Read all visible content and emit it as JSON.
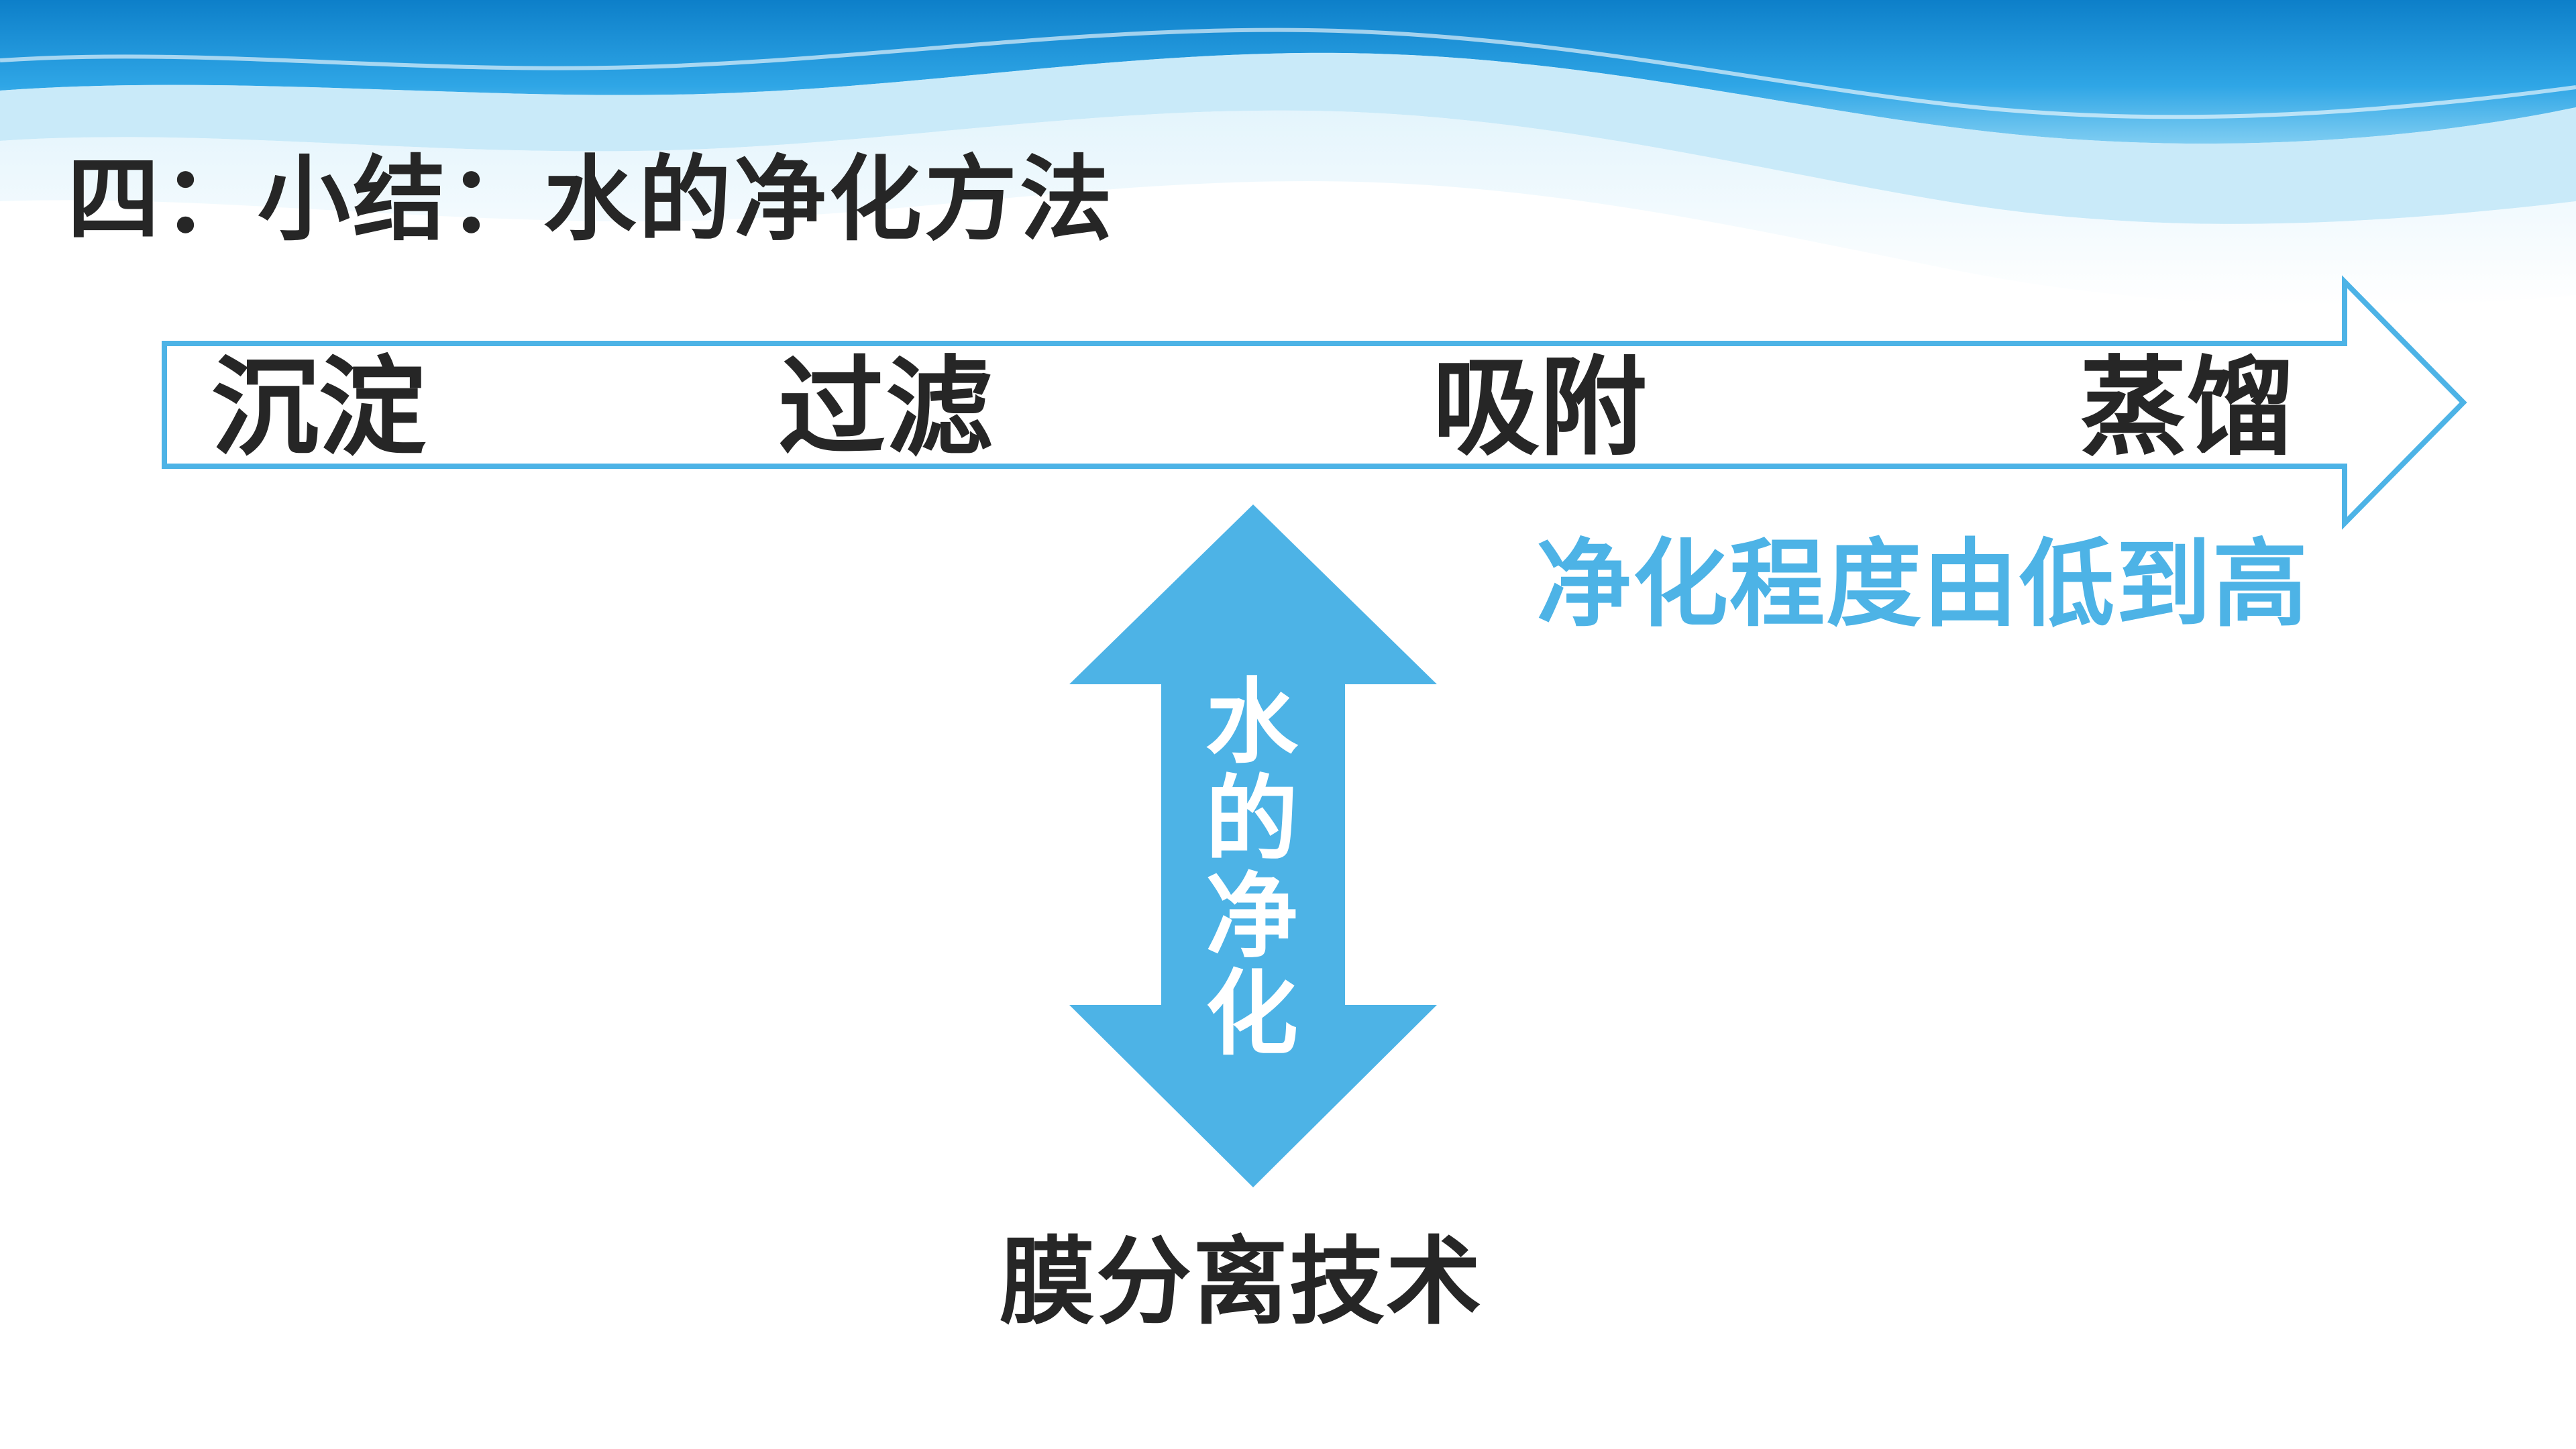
{
  "title": "四：小结：水的净化方法",
  "process": {
    "steps": [
      "沉淀",
      "过滤",
      "吸附",
      "蒸馏"
    ],
    "degree_label": "净化程度由低到高"
  },
  "center": {
    "vertical_label": "水的净化",
    "bottom_label": "膜分离技术"
  },
  "colors": {
    "accent": "#4db3e6",
    "text": "#262626",
    "wave_deep": "#1a8fd8",
    "wave_light": "#9fd8f5"
  }
}
